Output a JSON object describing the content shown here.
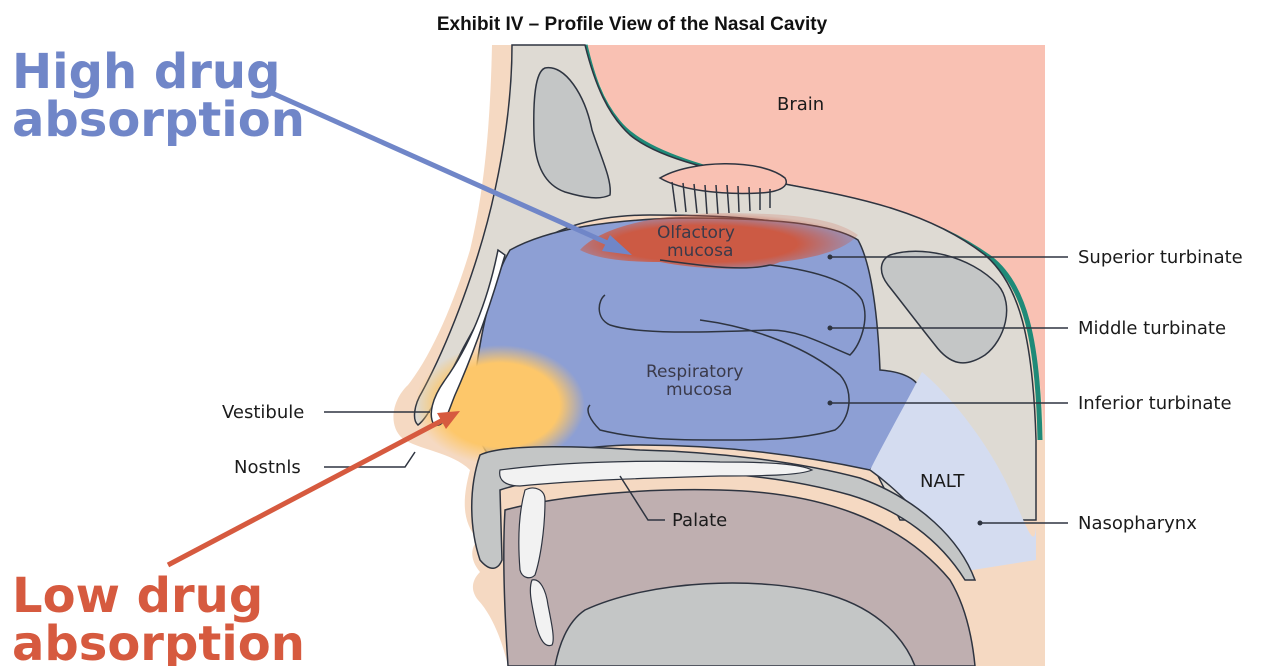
{
  "title": "Exhibit IV – Profile View of the Nasal Cavity",
  "callouts": {
    "high": {
      "line1": "High drug",
      "line2": "absorption",
      "color": "#7086c8"
    },
    "low": {
      "line1": "Low drug",
      "line2": "absorption",
      "color": "#d65a3f"
    }
  },
  "regions": {
    "brain": "Brain",
    "olfactory_line1": "Olfactory",
    "olfactory_line2": "mucosa",
    "respiratory_line1": "Respiratory",
    "respiratory_line2": "mucosa",
    "nalt": "NALT"
  },
  "labels": {
    "superior_turbinate": "Superior turbinate",
    "middle_turbinate": "Middle turbinate",
    "inferior_turbinate": "Inferior turbinate",
    "nasopharynx": "Nasopharynx",
    "vestibule": "Vestibule",
    "nostrils": "Nostnls",
    "palate": "Palate"
  },
  "colors": {
    "skin": "#f5d9c2",
    "bone": "#dedad3",
    "brain": "#f9c1b3",
    "respiratory": "#8d9fd4",
    "olfactory": "#cc5a44",
    "vestibule": "#fdc76a",
    "nalt": "#d4dcf0",
    "gray": "#c4c6c6",
    "mouth": "#bfafb0",
    "teal": "#1f8a78"
  }
}
